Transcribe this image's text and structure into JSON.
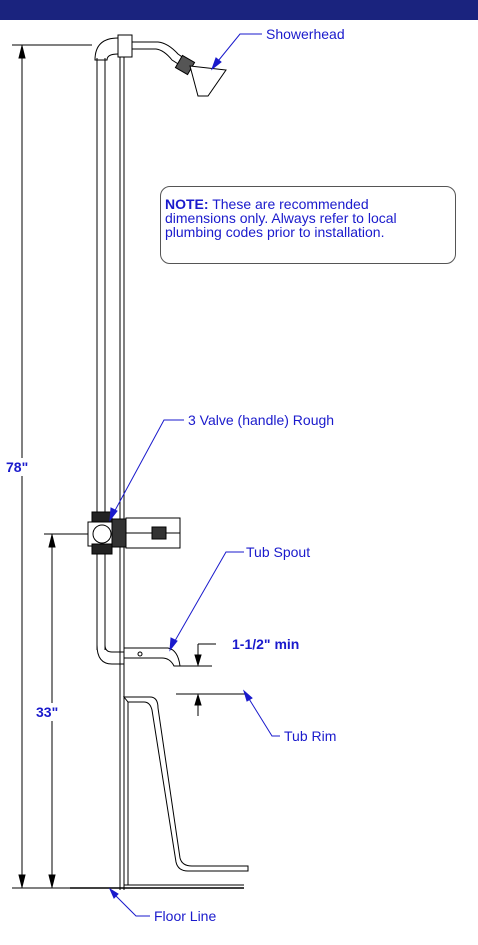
{
  "colors": {
    "border": "#1a237e",
    "label": "#1a1acc",
    "line": "#000000"
  },
  "labels": {
    "showerhead": "Showerhead",
    "valve": "3 Valve (handle) Rough",
    "tub_spout": "Tub Spout",
    "spout_clearance": "1-1/2\" min",
    "tub_rim": "Tub Rim",
    "floor_line": "Floor Line"
  },
  "dimensions": {
    "shower_height": "78\"",
    "valve_height": "33\""
  },
  "note": {
    "heading": "NOTE:",
    "line1": "These are recommended",
    "line2": "dimensions only. Always refer to local",
    "line3": "plumbing codes prior to installation."
  }
}
